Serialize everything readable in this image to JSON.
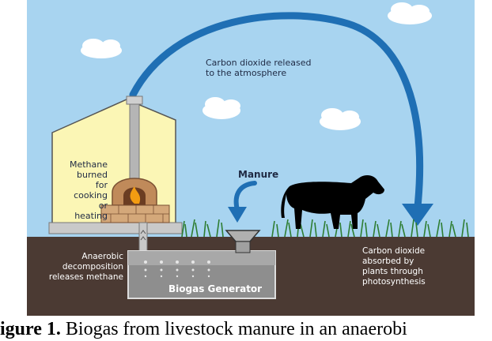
{
  "labels": {
    "co2_released": [
      "Carbon dioxide released",
      "to the atmosphere"
    ],
    "methane_burned": [
      "Methane",
      "burned",
      "for cooking",
      "or heating"
    ],
    "manure": "Manure",
    "anaerobic": [
      "Anaerobic",
      "decomposition",
      "releases methane"
    ],
    "biogas_generator": "Biogas Generator",
    "co2_absorbed": [
      "Carbon dioxide",
      "absorbed by",
      "plants through",
      "photosynthesis"
    ]
  },
  "caption": {
    "prefix": "igure 1.",
    "text": " Biogas from livestock manure in an anaerobi"
  },
  "colors": {
    "sky": "#a8d4f0",
    "soil": "#4b3a33",
    "arrow": "#1f6fb4",
    "barn": "#fbf6b5",
    "grass": "#2e7d32",
    "tank": "#8e8e8e",
    "label_text": "#1f2a44"
  }
}
